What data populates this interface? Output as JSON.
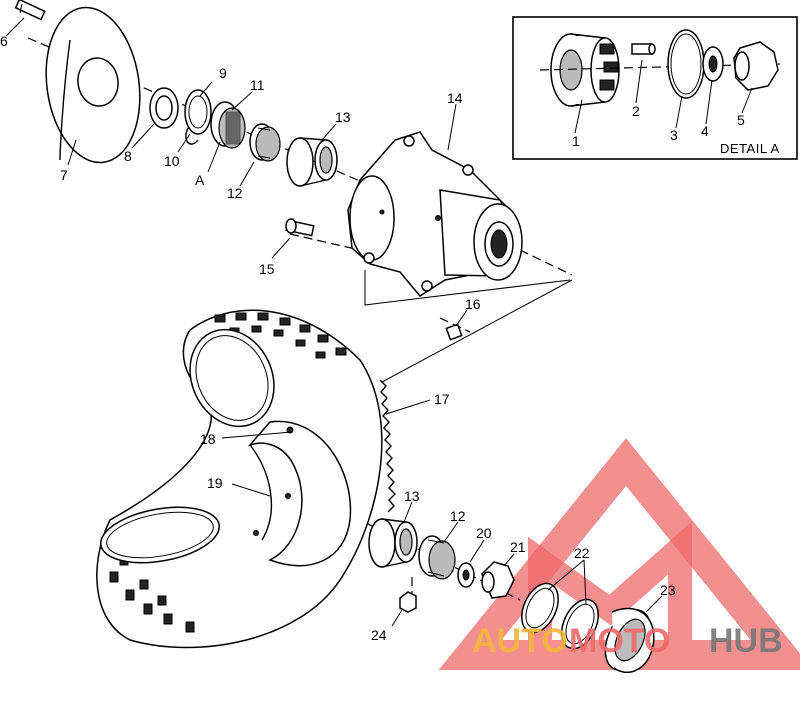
{
  "diagram": {
    "part_labels": [
      {
        "id": "p1",
        "text": "1"
      },
      {
        "id": "p2",
        "text": "2"
      },
      {
        "id": "p3",
        "text": "3"
      },
      {
        "id": "p4",
        "text": "4"
      },
      {
        "id": "p5",
        "text": "5"
      },
      {
        "id": "p6",
        "text": "6"
      },
      {
        "id": "p7",
        "text": "7"
      },
      {
        "id": "p8",
        "text": "8"
      },
      {
        "id": "p9",
        "text": "9"
      },
      {
        "id": "p10",
        "text": "10"
      },
      {
        "id": "p11",
        "text": "11"
      },
      {
        "id": "pA",
        "text": "A"
      },
      {
        "id": "p12a",
        "text": "12"
      },
      {
        "id": "p13a",
        "text": "13"
      },
      {
        "id": "p14",
        "text": "14"
      },
      {
        "id": "p15",
        "text": "15"
      },
      {
        "id": "p16",
        "text": "16"
      },
      {
        "id": "p17",
        "text": "17"
      },
      {
        "id": "p18",
        "text": "18"
      },
      {
        "id": "p19",
        "text": "19"
      },
      {
        "id": "p13b",
        "text": "13"
      },
      {
        "id": "p12b",
        "text": "12"
      },
      {
        "id": "p20",
        "text": "20"
      },
      {
        "id": "p21",
        "text": "21"
      },
      {
        "id": "p22",
        "text": "22"
      },
      {
        "id": "p23",
        "text": "23"
      },
      {
        "id": "p24",
        "text": "24"
      }
    ],
    "detail_label": "DETAIL A"
  },
  "watermark": {
    "word_auto": "AUTO",
    "word_moto": "MOTO",
    "word_hub": "HUB",
    "colors": {
      "auto": "#f5b53c",
      "moto": "#ee6a6a",
      "hub": "#777777",
      "triangle": "#f06a6a"
    }
  }
}
